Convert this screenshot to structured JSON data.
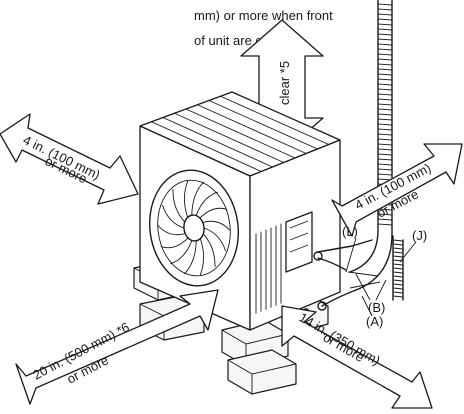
{
  "note": {
    "line1": "mm) or more when front",
    "line2": "of unit are clear"
  },
  "labels": {
    "top_clear": "clear *5",
    "left_line1": "4 in. (100 mm)",
    "left_line2": "or more",
    "right_line1": "4 in. (100 mm)",
    "right_line2": "or more",
    "front_line1": "20 in. (500 mm) *6",
    "front_line2": "or more",
    "side_line1": "14 in. (350 mm)",
    "side_line2": "or more",
    "callout_L": "(L)",
    "callout_J": "(J)",
    "callout_B": "(B)",
    "callout_A": "(A)"
  }
}
